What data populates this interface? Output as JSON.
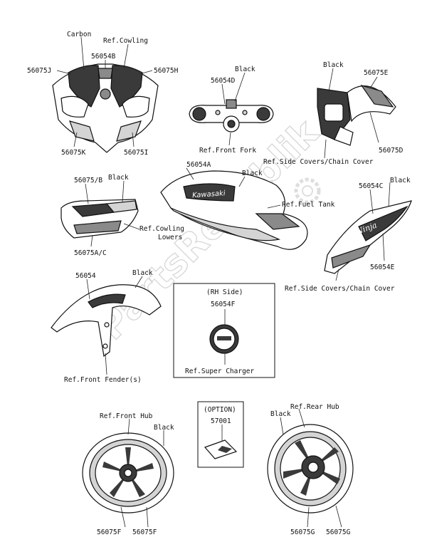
{
  "watermark": "PartsRepublik",
  "labels": {
    "cowling": {
      "carbon": "Carbon",
      "ref": "Ref.Cowling",
      "p56054b": "56054B",
      "p56075j": "56075J",
      "p56075h": "56075H",
      "p56075k": "56075K",
      "p56075i": "56075I"
    },
    "fork": {
      "black": "Black",
      "p56054d": "56054D",
      "ref": "Ref.Front Fork"
    },
    "tail": {
      "black": "Black",
      "p56075e": "56075E",
      "p56075d": "56075D",
      "ref": "Ref.Side Covers/Chain Cover"
    },
    "tank": {
      "p56054a": "56054A",
      "black": "Black",
      "ref": "Ref.Fuel Tank"
    },
    "lowers": {
      "p56075b": "56075/B",
      "black": "Black",
      "ref1": "Ref.Cowling",
      "ref2": "Lowers",
      "p56075ac": "56075A/C"
    },
    "sidecover": {
      "black": "Black",
      "p56054c": "56054C",
      "p56054e": "56054E",
      "ref": "Ref.Side Covers/Chain Cover"
    },
    "fender": {
      "p56054": "56054",
      "black": "Black",
      "ref": "Ref.Front Fender(s)"
    },
    "charger": {
      "rh": "(RH Side)",
      "p56054f": "56054F",
      "ref": "Ref.Super Charger"
    },
    "option": {
      "title": "(OPTION)",
      "p57001": "57001"
    },
    "front_wheel": {
      "ref": "Ref.Front Hub",
      "black": "Black",
      "p56075f_a": "56075F",
      "p56075f_b": "56075F"
    },
    "rear_wheel": {
      "ref": "Ref.Rear Hub",
      "black": "Black",
      "p56075g_a": "56075G",
      "p56075g_b": "56075G"
    }
  }
}
